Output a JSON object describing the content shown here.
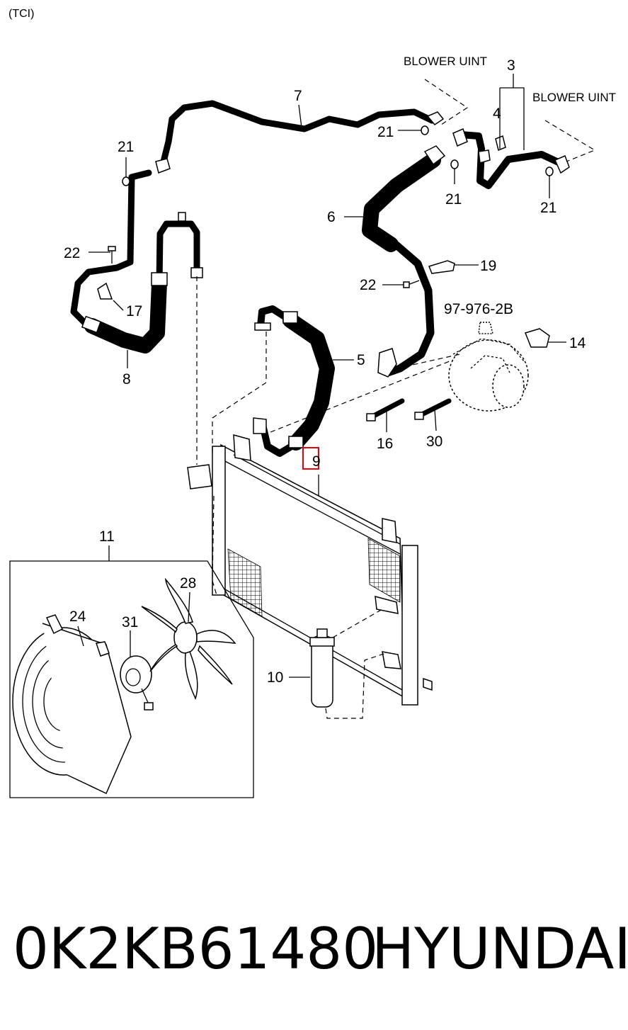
{
  "header": {
    "variant": "(TCI)"
  },
  "destinations": {
    "blower_left": "BLOWER UINT",
    "blower_right": "BLOWER UINT"
  },
  "callouts": {
    "c3": "3",
    "c4": "4",
    "c5": "5",
    "c6": "6",
    "c7": "7",
    "c8": "8",
    "c9": "9",
    "c10": "10",
    "c11": "11",
    "c14": "14",
    "c16": "16",
    "c17": "17",
    "c19": "19",
    "c21a": "21",
    "c21b": "21",
    "c21c": "21",
    "c21d": "21",
    "c22a": "22",
    "c22b": "22",
    "c24": "24",
    "c28": "28",
    "c30": "30",
    "c31": "31",
    "ref": "97-976-2B"
  },
  "highlight": {
    "callout": "9",
    "color": "#e8000b"
  },
  "footer": {
    "part_number": "0K2KB61480",
    "brand": "HYUNDAI"
  }
}
